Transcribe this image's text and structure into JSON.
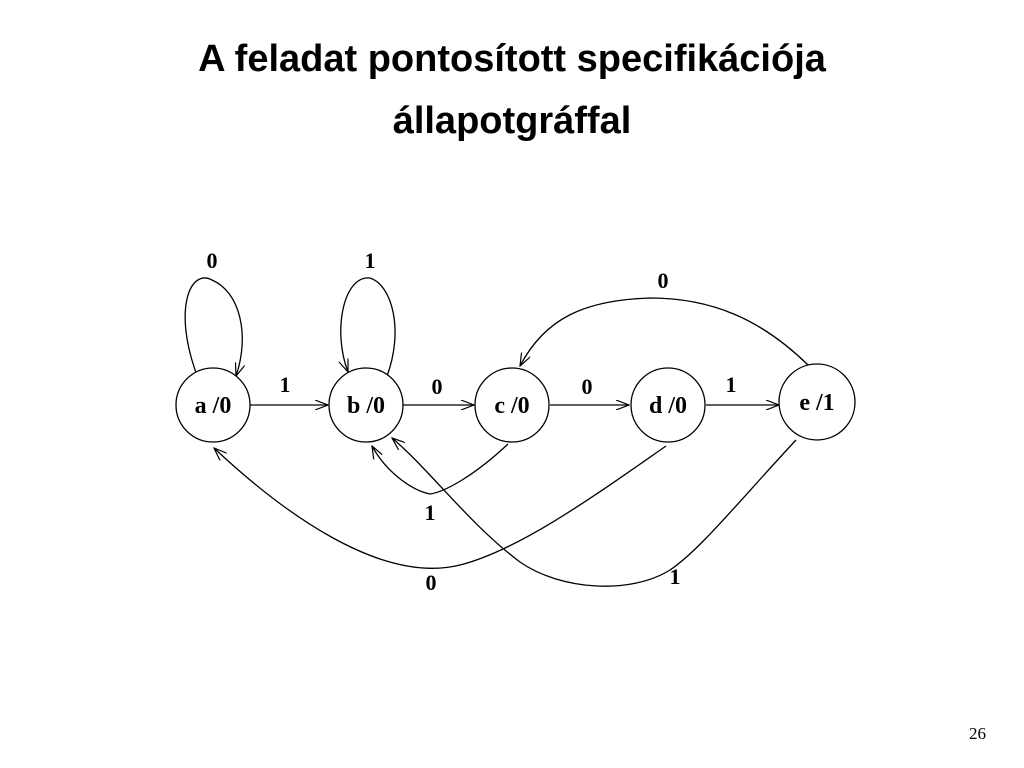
{
  "slide": {
    "title_line1": "A feladat pontosított specifikációja",
    "title_line2": "állapotgráffal",
    "page_number": "26"
  },
  "diagram": {
    "states": [
      {
        "id": "a",
        "label": "a /0"
      },
      {
        "id": "b",
        "label": "b /0"
      },
      {
        "id": "c",
        "label": "c /0"
      },
      {
        "id": "d",
        "label": "d /0"
      },
      {
        "id": "e",
        "label": "e /1"
      }
    ],
    "transitions": [
      {
        "from": "a",
        "to": "a",
        "input": "0"
      },
      {
        "from": "b",
        "to": "b",
        "input": "1"
      },
      {
        "from": "a",
        "to": "b",
        "input": "1"
      },
      {
        "from": "b",
        "to": "c",
        "input": "0"
      },
      {
        "from": "c",
        "to": "d",
        "input": "0"
      },
      {
        "from": "d",
        "to": "e",
        "input": "1"
      },
      {
        "from": "e",
        "to": "c",
        "input": "0"
      },
      {
        "from": "c",
        "to": "b",
        "input": "1"
      },
      {
        "from": "d",
        "to": "a",
        "input": "0"
      },
      {
        "from": "e",
        "to": "b",
        "input": "1"
      }
    ]
  }
}
